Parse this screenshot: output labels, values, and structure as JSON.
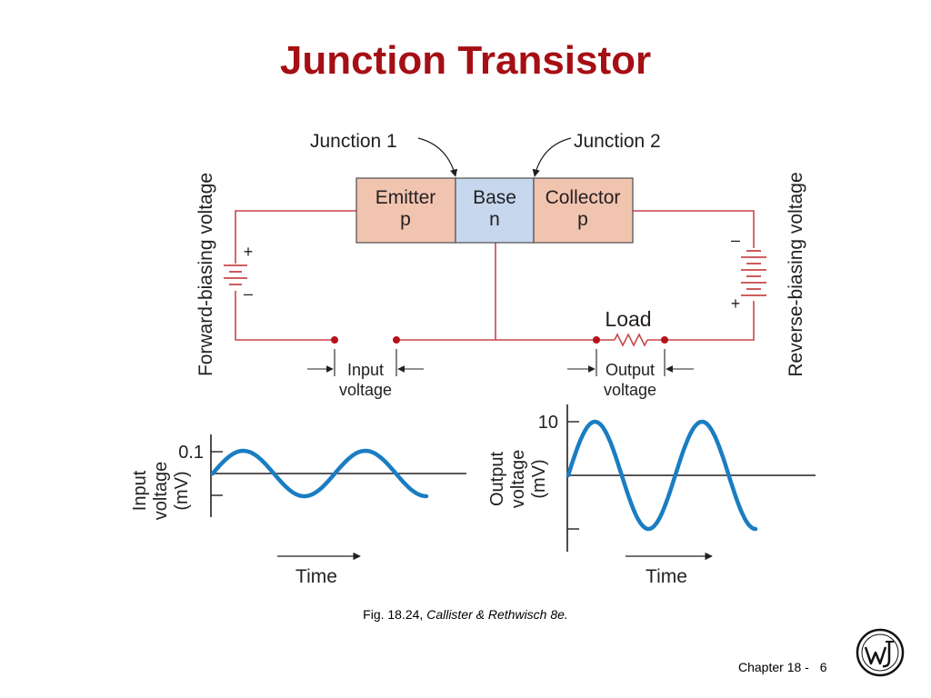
{
  "slide": {
    "title": "Junction Transistor",
    "caption": {
      "figure": "Fig. 18.24,",
      "source": "Callister & Rethwisch 8e."
    },
    "footer": {
      "chapter": "Chapter 18 -",
      "page": "6"
    }
  },
  "circuit": {
    "junction1": "Junction 1",
    "junction2": "Junction 2",
    "emitter": {
      "name": "Emitter",
      "type": "p"
    },
    "base": {
      "name": "Base",
      "type": "n"
    },
    "collector": {
      "name": "Collector",
      "type": "p"
    },
    "forward_label": "Forward-biasing voltage",
    "reverse_label": "Reverse-biasing voltage",
    "plus": "+",
    "minus": "–",
    "load": "Load",
    "input_voltage": {
      "line1": "Input",
      "line2": "voltage"
    },
    "output_voltage": {
      "line1": "Output",
      "line2": "voltage"
    }
  },
  "plots": {
    "input": {
      "ylabel": [
        "Input",
        "voltage",
        "(mV)"
      ],
      "tick": "0.1",
      "xlabel": "Time"
    },
    "output": {
      "ylabel": [
        "Output",
        "voltage",
        "(mV)"
      ],
      "tick": "10",
      "xlabel": "Time"
    }
  },
  "colors": {
    "title": "#a50f14",
    "wire": "#c8474a",
    "pRegion": "#f1c4b0",
    "nRegion": "#c6d7ee",
    "wave": "#1a7dc2",
    "axis": "#231f20"
  }
}
